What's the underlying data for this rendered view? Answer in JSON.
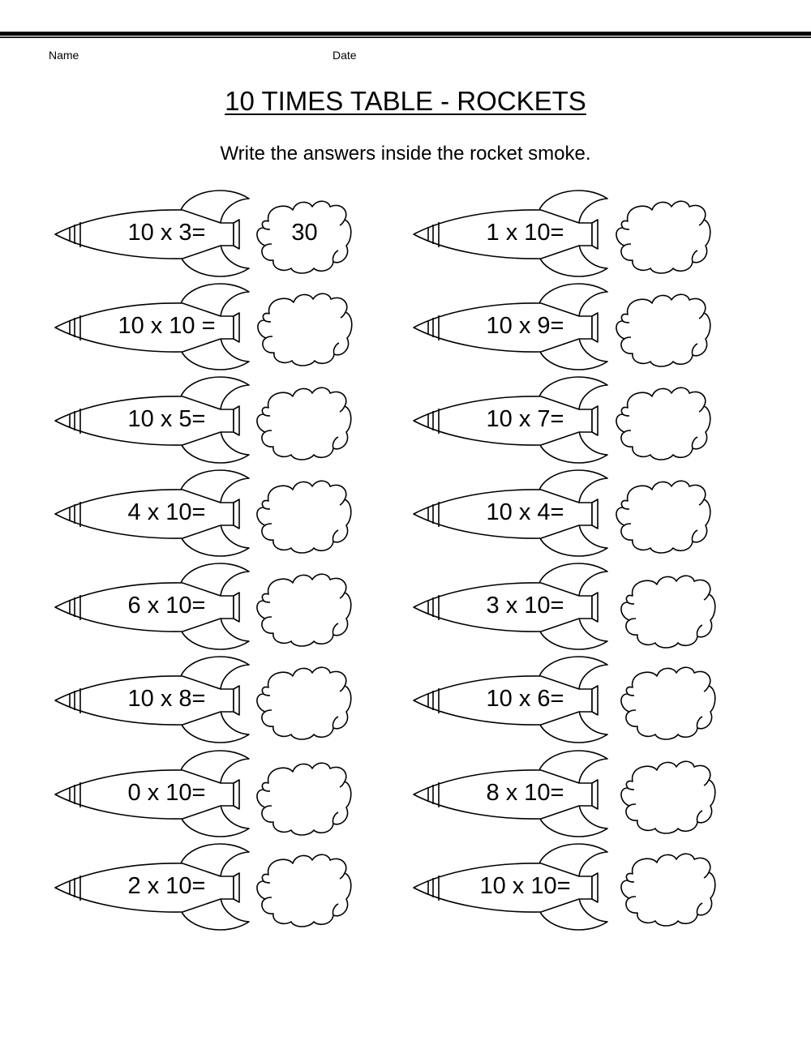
{
  "header": {
    "name_label": "Name",
    "date_label": "Date"
  },
  "worksheet": {
    "title": "10 TIMES TABLE - ROCKETS",
    "instructions": "Write the answers inside the rocket smoke."
  },
  "left_column": [
    {
      "problem": "10 x 3=",
      "answer": "30"
    },
    {
      "problem": "10 x 10 =",
      "answer": ""
    },
    {
      "problem": "10 x 5=",
      "answer": ""
    },
    {
      "problem": "4 x 10=",
      "answer": ""
    },
    {
      "problem": "6 x 10=",
      "answer": ""
    },
    {
      "problem": "10 x 8=",
      "answer": ""
    },
    {
      "problem": "0 x 10=",
      "answer": ""
    },
    {
      "problem": "2 x 10=",
      "answer": ""
    }
  ],
  "right_column": [
    {
      "problem": "1 x 10=",
      "answer": ""
    },
    {
      "problem": "10 x 9=",
      "answer": ""
    },
    {
      "problem": "10 x 7=",
      "answer": ""
    },
    {
      "problem": "10 x 4=",
      "answer": ""
    },
    {
      "problem": "3 x 10=",
      "answer": ""
    },
    {
      "problem": "10 x 6=",
      "answer": ""
    },
    {
      "problem": "8 x 10=",
      "answer": ""
    },
    {
      "problem": "10 x 10=",
      "answer": ""
    }
  ],
  "colors": {
    "ink": "#000000",
    "paper": "#ffffff"
  }
}
